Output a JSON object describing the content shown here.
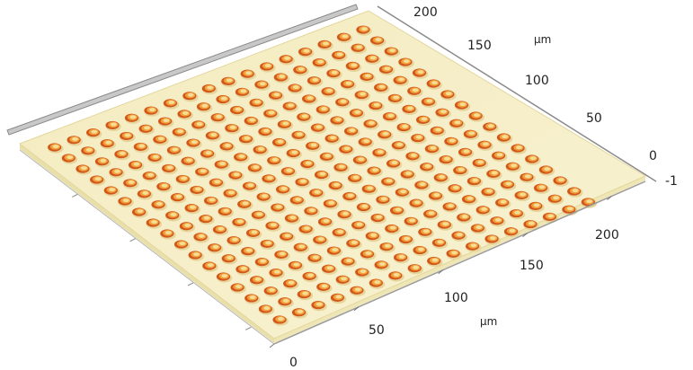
{
  "plot": {
    "x_axis": {
      "unit": "µm",
      "ticks": [
        "0",
        "50",
        "100",
        "150",
        "200"
      ]
    },
    "y_axis": {
      "unit": "µm",
      "ticks": [
        "0",
        "50",
        "100",
        "150",
        "200"
      ]
    },
    "z_axis": {
      "ticks": [
        "-1"
      ]
    },
    "array": {
      "rows": 17,
      "cols": 17
    },
    "colors": {
      "substrate": "#f5efc6",
      "substrate_edge": "#e9dfa8",
      "bump_ring": "#d2561a",
      "bump_mid": "#f0a03c",
      "bump_center": "#f7dd93",
      "axis": "#9a9a9a"
    }
  }
}
